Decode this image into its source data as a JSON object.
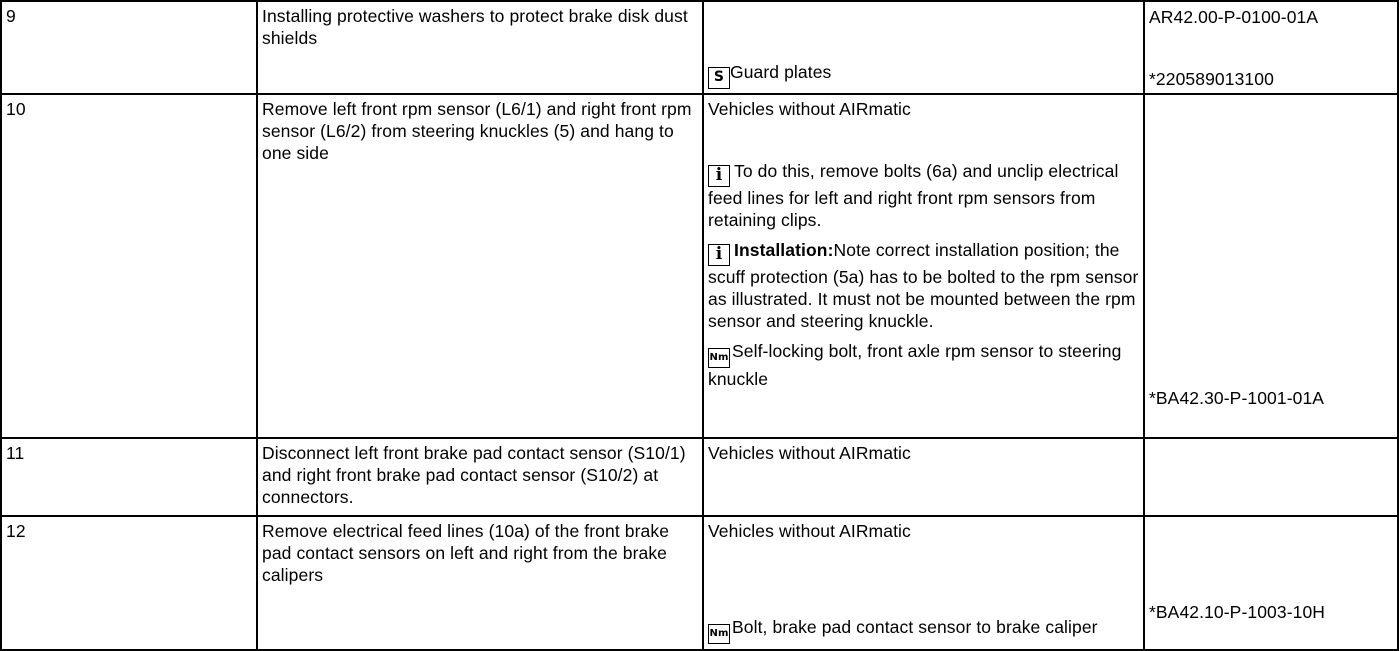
{
  "rows": [
    {
      "step": "9",
      "description": "Installing protective washers to protect brake disk dust shields",
      "condition": "",
      "tool_label": "Guard plates",
      "ref_top": "AR42.00-P-0100-01A",
      "ref_bottom": "*220589013100"
    },
    {
      "step": "10",
      "description": "Remove left front rpm sensor (L6/1) and right front rpm sensor (L6/2) from steering knuckles (5) and hang to one side",
      "condition": "Vehicles without AIRmatic",
      "info1": "To do this, remove bolts (6a) and unclip electrical feed lines for left and right front rpm sensors from retaining clips.",
      "info2_label": "Installation:",
      "info2_text": "Note correct installation position; the scuff protection (5a) has to be bolted to the rpm sensor as illustrated. It must not be mounted between the rpm sensor and steering knuckle.",
      "torque_text": "Self-locking bolt, front axle rpm sensor to steering knuckle",
      "ref": "*BA42.30-P-1001-01A"
    },
    {
      "step": "11",
      "description": "Disconnect left front brake pad contact sensor (S10/1) and right front brake pad contact sensor (S10/2) at connectors.",
      "condition": "Vehicles without AIRmatic",
      "ref": ""
    },
    {
      "step": "12",
      "description": "Remove electrical feed lines (10a) of the front brake pad contact sensors on left and right from the brake calipers",
      "condition": "Vehicles without AIRmatic",
      "torque_text": "Bolt, brake pad contact sensor to brake caliper",
      "ref": "*BA42.10-P-1003-10H"
    }
  ],
  "icons": {
    "info_glyph": "i",
    "torque_glyph": "Nm",
    "tool_glyph": "S"
  }
}
